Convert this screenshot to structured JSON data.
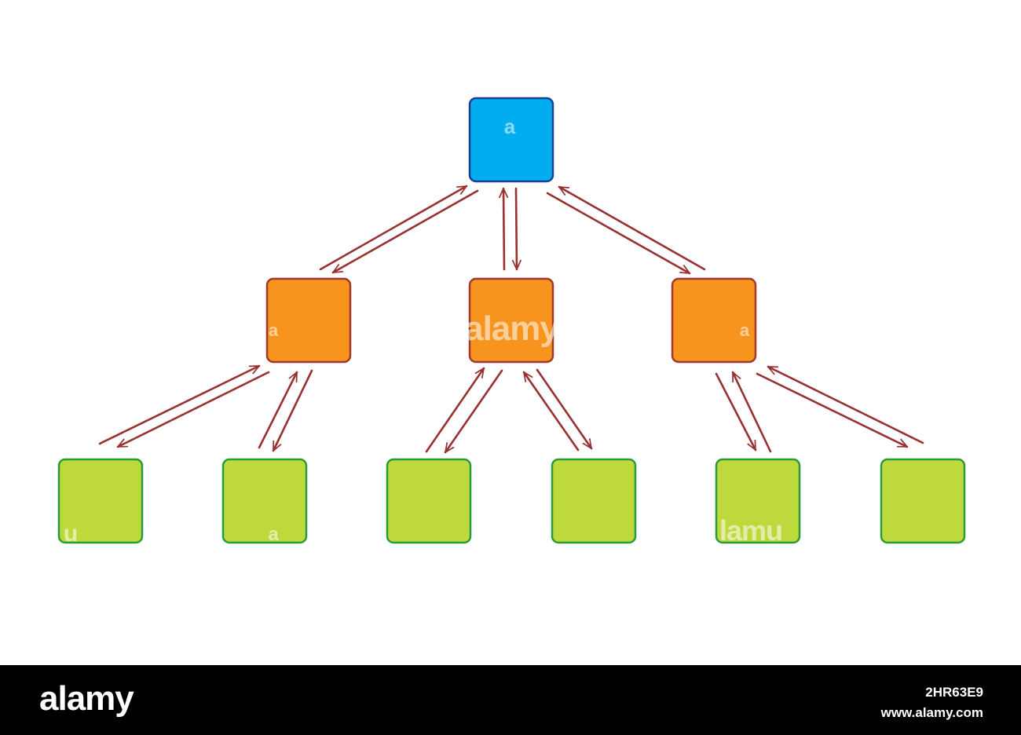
{
  "diagram": {
    "type": "hierarchy",
    "levels": 3,
    "nodes": [
      {
        "id": "root",
        "level": 0,
        "label": "",
        "color": "#00aeef",
        "border": "#1d3f95"
      },
      {
        "id": "mid-1",
        "level": 1,
        "parent": "root",
        "label": "",
        "color": "#f7941d",
        "border": "#a0392b"
      },
      {
        "id": "mid-2",
        "level": 1,
        "parent": "root",
        "label": "",
        "color": "#f7941d",
        "border": "#a0392b"
      },
      {
        "id": "mid-3",
        "level": 1,
        "parent": "root",
        "label": "",
        "color": "#f7941d",
        "border": "#a0392b"
      },
      {
        "id": "leaf-1",
        "level": 2,
        "parent": "mid-1",
        "label": "",
        "color": "#bed93c",
        "border": "#2a9b3a"
      },
      {
        "id": "leaf-2",
        "level": 2,
        "parent": "mid-1",
        "label": "",
        "color": "#bed93c",
        "border": "#2a9b3a"
      },
      {
        "id": "leaf-3",
        "level": 2,
        "parent": "mid-2",
        "label": "",
        "color": "#bed93c",
        "border": "#2a9b3a"
      },
      {
        "id": "leaf-4",
        "level": 2,
        "parent": "mid-2",
        "label": "",
        "color": "#bed93c",
        "border": "#2a9b3a"
      },
      {
        "id": "leaf-5",
        "level": 2,
        "parent": "mid-3",
        "label": "",
        "color": "#bed93c",
        "border": "#2a9b3a"
      },
      {
        "id": "leaf-6",
        "level": 2,
        "parent": "mid-3",
        "label": "",
        "color": "#bed93c",
        "border": "#2a9b3a"
      }
    ],
    "connector": {
      "style": "double-arrow-bidirectional",
      "color": "#983132"
    }
  },
  "watermark": {
    "center": "alamy",
    "top": "a",
    "mid_left": "a",
    "mid_right": "a",
    "leaf_left": "u",
    "leaf_center": "a",
    "leaf_right": "lamu"
  },
  "footer": {
    "logo": "alamy",
    "image_id": "2HR63E9",
    "site": "www.alamy.com",
    "background": "#000000"
  }
}
